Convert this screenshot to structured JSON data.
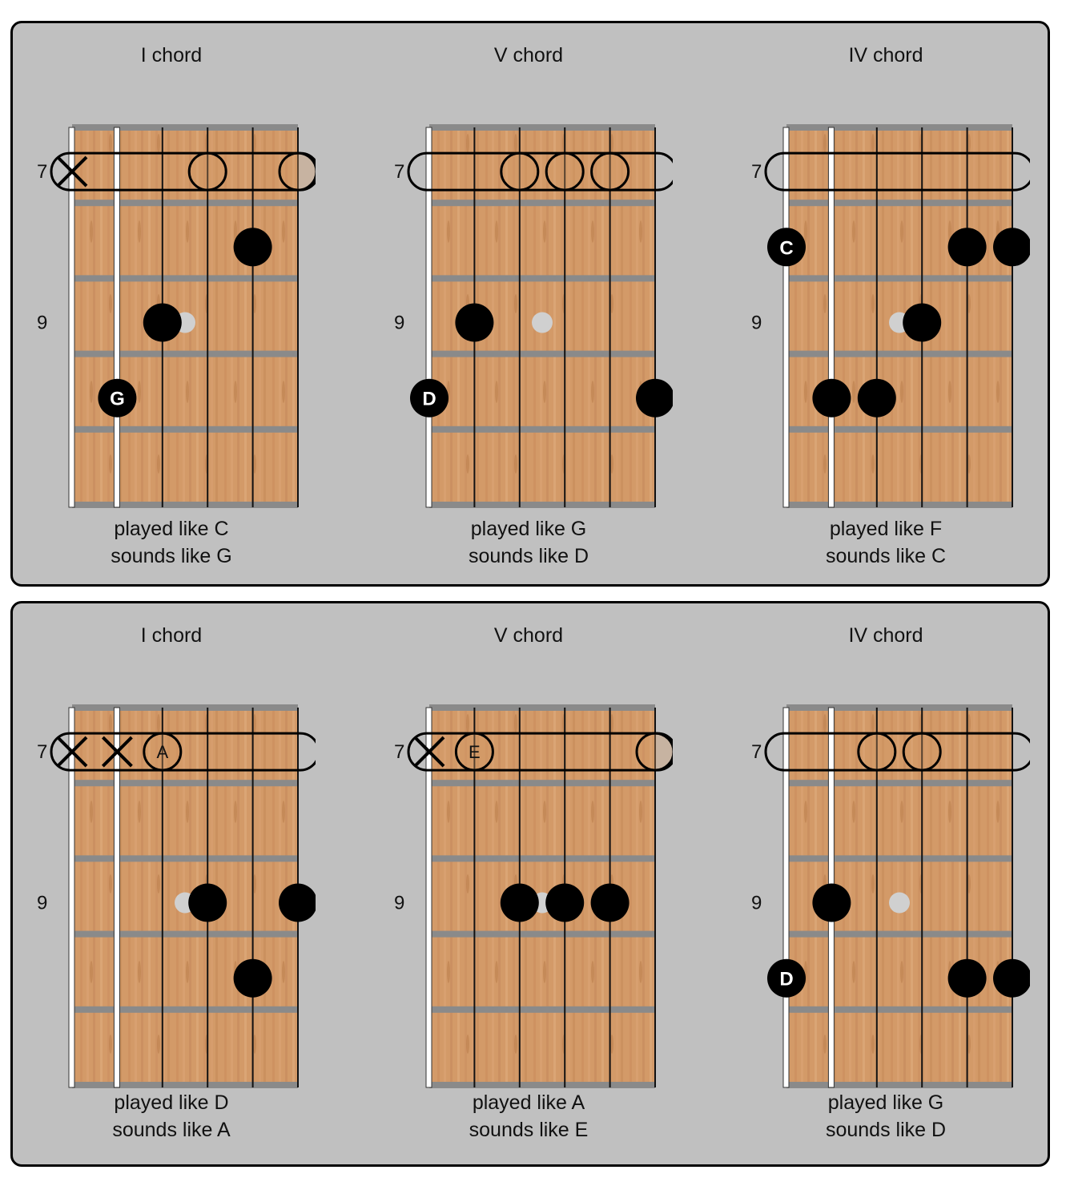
{
  "colors": {
    "panel_bg": "#c0c0c0",
    "wood_base": "#d39a68",
    "fret_wire": "#8a8a8a",
    "nut": "#ffffff",
    "string": "#111111",
    "dot_fill": "#000000",
    "ghost_dot": "#d0d0d0",
    "dot_label": "#ffffff"
  },
  "fret_labels": [
    "7",
    "9"
  ],
  "rows": [
    {
      "chords": [
        {
          "title": "I chord",
          "caption_line1": "played like C",
          "caption_line2": "sounds like G",
          "barre": {
            "fret": 7,
            "from_string": 0,
            "to_string": 5
          },
          "muted": [
            0
          ],
          "open_rings": [
            {
              "string": 3,
              "fret": 7,
              "label": ""
            },
            {
              "string": 5,
              "fret": 7,
              "label": ""
            }
          ],
          "dots": [
            {
              "string": 4,
              "fret": 8,
              "label": ""
            },
            {
              "string": 2,
              "fret": 9,
              "label": ""
            },
            {
              "string": 1,
              "fret": 10,
              "label": "G"
            }
          ],
          "ghosts": [
            {
              "string": 2.5,
              "fret": 9
            }
          ]
        },
        {
          "title": "V chord",
          "caption_line1": "played like G",
          "caption_line2": "sounds like D",
          "barre": {
            "fret": 7,
            "from_string": 0,
            "to_string": 5
          },
          "muted": [],
          "open_rings": [
            {
              "string": 2,
              "fret": 7,
              "label": ""
            },
            {
              "string": 3,
              "fret": 7,
              "label": ""
            },
            {
              "string": 4,
              "fret": 7,
              "label": ""
            }
          ],
          "dots": [
            {
              "string": 1,
              "fret": 9,
              "label": ""
            },
            {
              "string": 0,
              "fret": 10,
              "label": "D"
            },
            {
              "string": 5,
              "fret": 10,
              "label": ""
            }
          ],
          "ghosts": [
            {
              "string": 2.5,
              "fret": 9
            }
          ]
        },
        {
          "title": "IV chord",
          "caption_line1": "played like F",
          "caption_line2": "sounds like C",
          "barre": {
            "fret": 7,
            "from_string": 0,
            "to_string": 5
          },
          "muted": [],
          "open_rings": [],
          "dots": [
            {
              "string": 0,
              "fret": 8,
              "label": "C"
            },
            {
              "string": 4,
              "fret": 8,
              "label": ""
            },
            {
              "string": 5,
              "fret": 8,
              "label": ""
            },
            {
              "string": 3,
              "fret": 9,
              "label": ""
            },
            {
              "string": 1,
              "fret": 10,
              "label": ""
            },
            {
              "string": 2,
              "fret": 10,
              "label": ""
            }
          ],
          "ghosts": [
            {
              "string": 2.5,
              "fret": 9
            }
          ]
        }
      ]
    },
    {
      "chords": [
        {
          "title": "I chord",
          "caption_line1": "played like D",
          "caption_line2": "sounds like A",
          "barre": {
            "fret": 7,
            "from_string": 0,
            "to_string": 5
          },
          "muted": [
            0,
            1
          ],
          "open_rings": [
            {
              "string": 2,
              "fret": 7,
              "label": "A"
            }
          ],
          "dots": [
            {
              "string": 3,
              "fret": 9,
              "label": ""
            },
            {
              "string": 5,
              "fret": 9,
              "label": ""
            },
            {
              "string": 4,
              "fret": 10,
              "label": ""
            }
          ],
          "ghosts": [
            {
              "string": 2.5,
              "fret": 9
            }
          ]
        },
        {
          "title": "V chord",
          "caption_line1": "played like A",
          "caption_line2": "sounds like E",
          "barre": {
            "fret": 7,
            "from_string": 0,
            "to_string": 5
          },
          "muted": [
            0
          ],
          "open_rings": [
            {
              "string": 1,
              "fret": 7,
              "label": "E"
            },
            {
              "string": 5,
              "fret": 7,
              "label": ""
            }
          ],
          "dots": [
            {
              "string": 2,
              "fret": 9,
              "label": ""
            },
            {
              "string": 3,
              "fret": 9,
              "label": ""
            },
            {
              "string": 4,
              "fret": 9,
              "label": ""
            }
          ],
          "ghosts": [
            {
              "string": 2.5,
              "fret": 9
            }
          ]
        },
        {
          "title": "IV chord",
          "caption_line1": "played like G",
          "caption_line2": "sounds like D",
          "barre": {
            "fret": 7,
            "from_string": 0,
            "to_string": 5
          },
          "muted": [],
          "open_rings": [
            {
              "string": 2,
              "fret": 7,
              "label": ""
            },
            {
              "string": 3,
              "fret": 7,
              "label": ""
            }
          ],
          "dots": [
            {
              "string": 1,
              "fret": 9,
              "label": ""
            },
            {
              "string": 0,
              "fret": 10,
              "label": "D"
            },
            {
              "string": 4,
              "fret": 10,
              "label": ""
            },
            {
              "string": 5,
              "fret": 10,
              "label": ""
            }
          ],
          "ghosts": [
            {
              "string": 2.5,
              "fret": 9
            }
          ]
        }
      ]
    }
  ]
}
